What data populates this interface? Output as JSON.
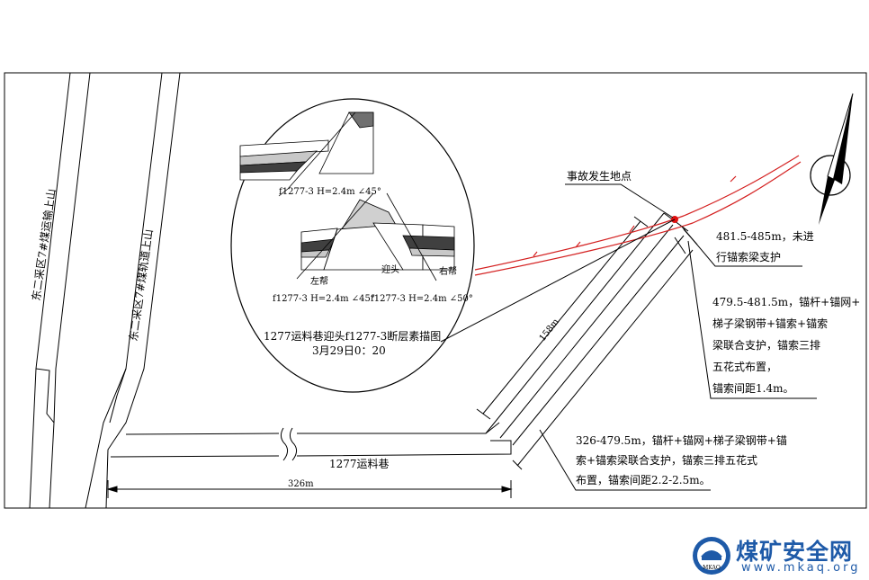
{
  "left_labels": {
    "transport_road": "东二采区7#煤运输上山",
    "track_road": "东二采区7#煤轨道上山"
  },
  "main_roadway": {
    "name": "1277运料巷",
    "length_label": "326m"
  },
  "inclined_length": "158m",
  "accident_point": "事故发生地点",
  "inset": {
    "title_line1": "1277运料巷迎头f1277-3断层素描图",
    "title_line2": "3月29日0：20",
    "fault_top": "f1277-3 H=2.4m ∠45°",
    "fault_left": "f1277-3 H=2.4m ∠45°",
    "fault_right": "f1277-3 H=2.4m ∠50°",
    "left_wall": "左帮",
    "face": "迎头",
    "right_wall": "右帮"
  },
  "notes": {
    "n1": [
      "481.5-485m，未进",
      "行锚索梁支护"
    ],
    "n2": [
      "479.5-481.5m，锚杆+锚网+",
      "梯子梁钢带+锚索+锚索",
      "梁联合支护，锚索三排",
      "五花式布置，",
      "锚索间距1.4m。"
    ],
    "n3": [
      "326-479.5m，锚杆+锚网+梯子梁钢带+锚",
      "索+锚索梁联合支护，锚索三排五花式",
      "布置，锚索间距2.2-2.5m。"
    ]
  },
  "watermark": {
    "title": "煤矿安全网",
    "url": "www.mkaq.org",
    "logo_text": "MKAQ"
  },
  "colors": {
    "fault_line": "#d42020",
    "accident_dot": "#e01010",
    "watermark_blue": "#1e5aa8"
  }
}
